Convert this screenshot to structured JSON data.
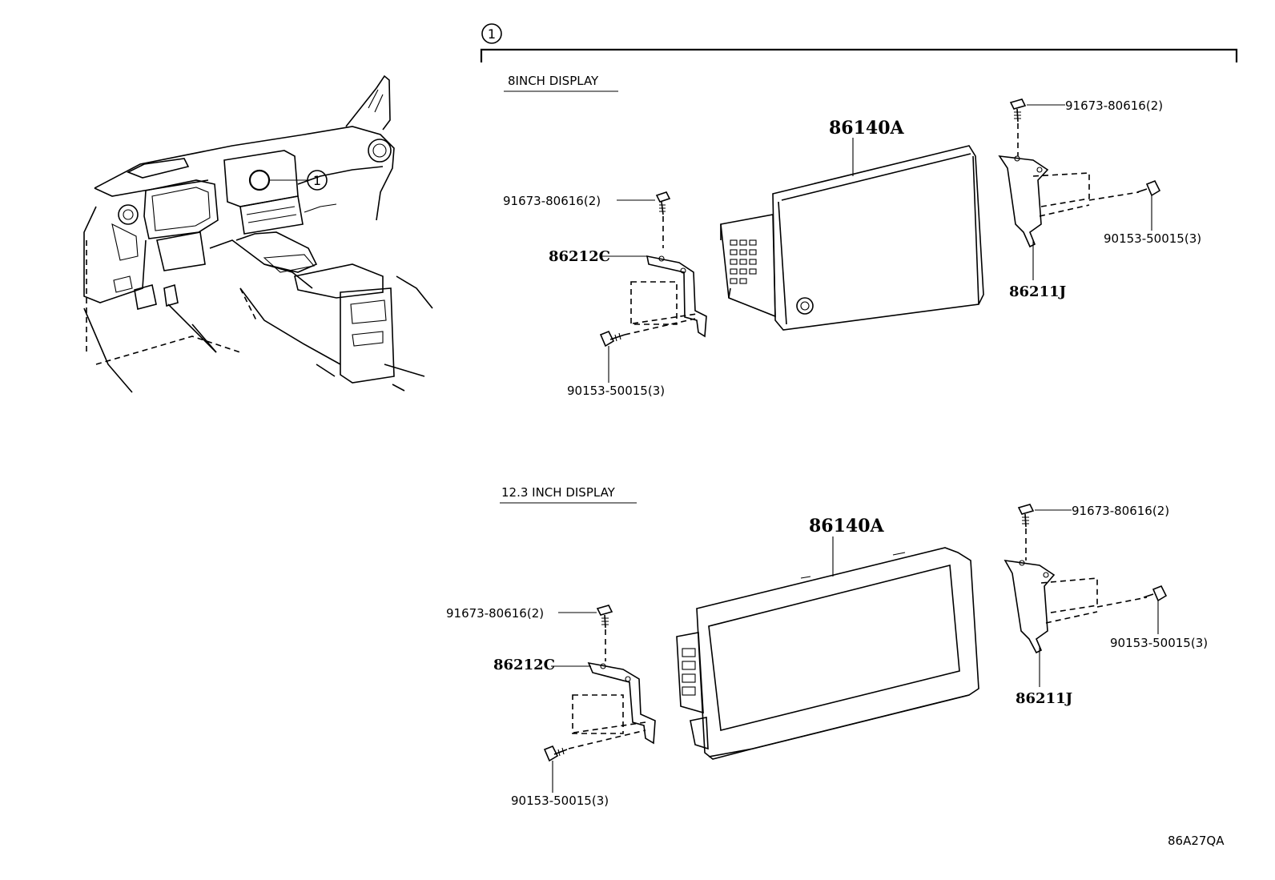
{
  "callout": {
    "number": "1"
  },
  "sections": {
    "upper": {
      "title": "8INCH DISPLAY",
      "display_part": "86140A",
      "left_bracket": "86212C",
      "right_bracket": "86211J",
      "left_screw": "91673-80616(2)",
      "right_screw": "91673-80616(2)",
      "left_bolt": "90153-50015(3)",
      "right_bolt": "90153-50015(3)"
    },
    "lower": {
      "title": "12.3 INCH DISPLAY",
      "display_part": "86140A",
      "left_bracket": "86212C",
      "right_bracket": "86211J",
      "left_screw": "91673-80616(2)",
      "right_screw": "91673-80616(2)",
      "left_bolt": "90153-50015(3)",
      "right_bolt": "90153-50015(3)"
    }
  },
  "illustration_code": "86A27QA",
  "icons": [
    "dashboard-overview",
    "screw-icon",
    "bolt-icon",
    "bracket",
    "display-unit"
  ]
}
